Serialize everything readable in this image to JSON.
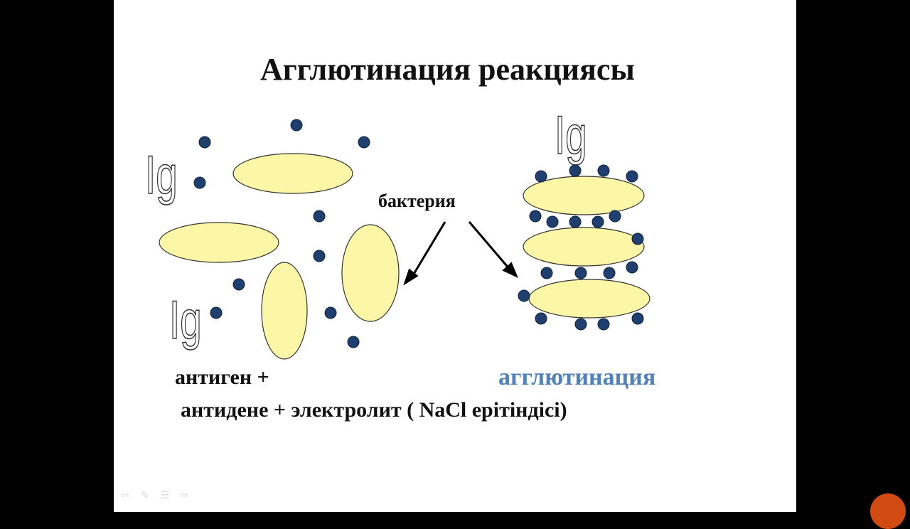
{
  "slide": {
    "title": "Агглютинация реакциясы",
    "bacteria_label": "бактерия",
    "ig_label": "Ig",
    "line1": "антиген +",
    "line2": "антидене  + электролит  ( NaCl ерітіндісі)",
    "agglutination_label": "агглютинация"
  },
  "colors": {
    "slide_background": "#ffffff",
    "frame": "#000000",
    "cell_fill": "#fbf7a6",
    "antibody_dot": "#1f3f6f",
    "agglutination_text": "#4f81bd",
    "corner_button": "#d14a12"
  },
  "icons": {
    "player_controls": [
      "prev-arrow-icon",
      "pen-icon",
      "menu-icon",
      "next-arrow-icon"
    ]
  }
}
